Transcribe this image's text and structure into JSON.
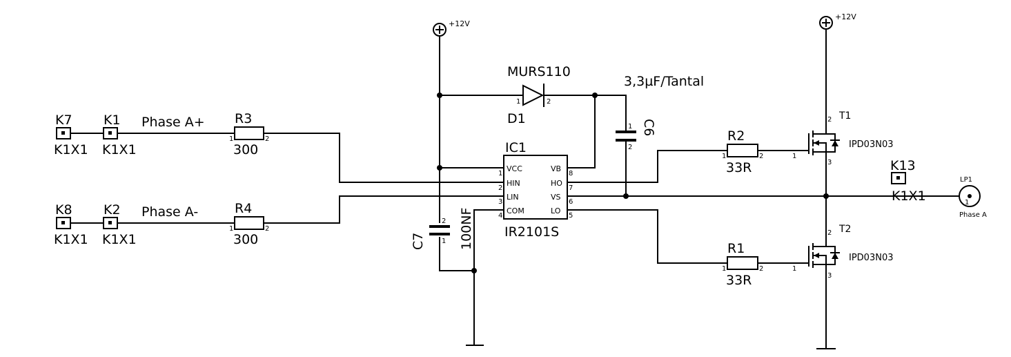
{
  "supply": {
    "label": "+12V"
  },
  "connectors": {
    "k7": {
      "ref": "K7",
      "value": "K1X1"
    },
    "k1": {
      "ref": "K1",
      "value": "K1X1"
    },
    "k8": {
      "ref": "K8",
      "value": "K1X1"
    },
    "k2": {
      "ref": "K2",
      "value": "K1X1"
    },
    "k13": {
      "ref": "K13",
      "value": "K1X1"
    }
  },
  "nets": {
    "phase_a_plus": "Phase A+",
    "phase_a_minus": "Phase A-",
    "phase_a_out": "Phase A"
  },
  "resistors": {
    "r3": {
      "ref": "R3",
      "value": "300"
    },
    "r4": {
      "ref": "R4",
      "value": "300"
    },
    "r2": {
      "ref": "R2",
      "value": "33R"
    },
    "r1": {
      "ref": "R1",
      "value": "33R"
    }
  },
  "diode": {
    "ref": "D1",
    "value": "MURS110"
  },
  "capacitors": {
    "c6": {
      "ref": "C6",
      "value": "3,3µF/Tantal"
    },
    "c7": {
      "ref": "C7",
      "value": "100NF"
    }
  },
  "ic": {
    "ref": "IC1",
    "value": "IR2101S",
    "left_pins": [
      {
        "name": "VCC",
        "num": "1"
      },
      {
        "name": "HIN",
        "num": "2"
      },
      {
        "name": "LIN",
        "num": "3"
      },
      {
        "name": "COM",
        "num": "4"
      }
    ],
    "right_pins": [
      {
        "name": "VB",
        "num": "8"
      },
      {
        "name": "HO",
        "num": "7"
      },
      {
        "name": "VS",
        "num": "6"
      },
      {
        "name": "LO",
        "num": "5"
      }
    ]
  },
  "transistors": {
    "t1": {
      "ref": "T1",
      "value": "IPD03N03"
    },
    "t2": {
      "ref": "T2",
      "value": "IPD03N03"
    }
  },
  "output": {
    "ref": "LP1",
    "label": "Phase A"
  },
  "pin_numbers": {
    "one": "1",
    "two": "2",
    "three": "3"
  }
}
